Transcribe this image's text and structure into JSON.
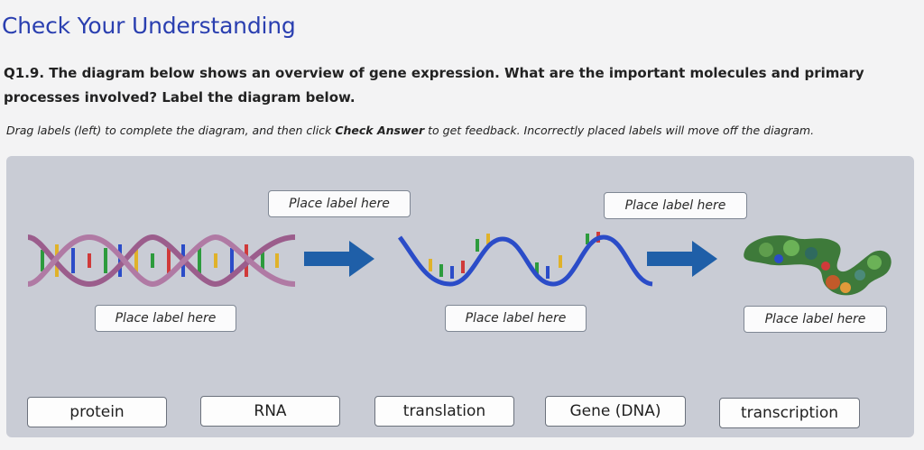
{
  "page": {
    "title": "Check Your Understanding"
  },
  "question": {
    "number": "Q1.9.",
    "text": "The diagram below shows an overview of gene expression. What are the important molecules and primary processes involved? Label the diagram below."
  },
  "instructions": {
    "before": "Drag labels (left) to complete the diagram, and then click ",
    "emphasis": "Check Answer",
    "after": " to get feedback. Incorrectly placed labels will move off the diagram."
  },
  "diagram": {
    "drop_targets": [
      {
        "label": "Place label here"
      },
      {
        "label": "Place label here"
      },
      {
        "label": "Place label here"
      },
      {
        "label": "Place label here"
      },
      {
        "label": "Place label here"
      }
    ],
    "colors": {
      "background": "#c9ccd5",
      "arrow": "#1f5fa8",
      "dna_strand": "#9b5d8c",
      "rna_strand": "#2b4cc8",
      "protein": "#3e7a3a"
    }
  },
  "word_bank": [
    {
      "label": "protein"
    },
    {
      "label": "RNA"
    },
    {
      "label": "translation"
    },
    {
      "label": "Gene (DNA)"
    },
    {
      "label": "transcription"
    }
  ]
}
